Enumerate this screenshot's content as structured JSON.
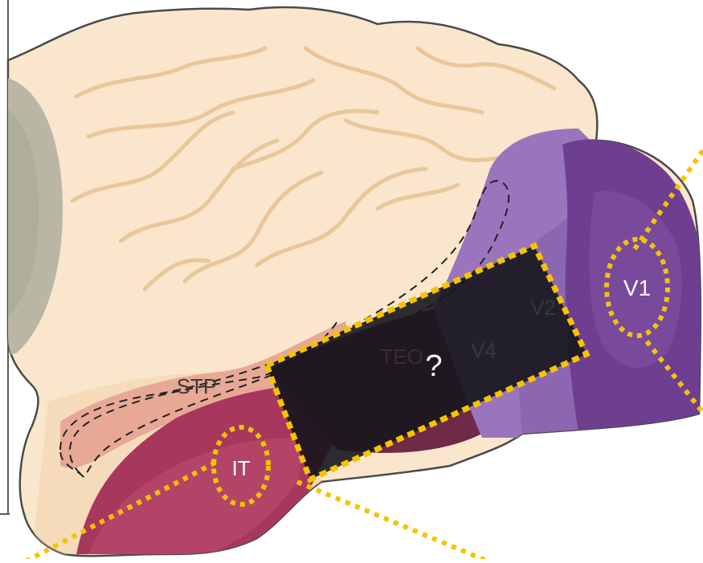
{
  "labels": {
    "stp": "STP",
    "it": "IT",
    "teo": "TEO",
    "v4": "V4",
    "v2": "V2",
    "v1": "V1",
    "unknown": "?"
  },
  "colors": {
    "cortex": "#fae6cc",
    "cortex_shadow": "#f0cfa6",
    "outline": "#4a4a4a",
    "frontal_gray": "#b9b6a5",
    "it_region": "#a7375c",
    "stp_region": "#e7a995",
    "visual_purple": "#9a75bd",
    "v1_purple": "#6e3f91",
    "teo_dark": "#6e2a47",
    "occluder": "#16161c",
    "highlight_yellow": "#f5c400"
  }
}
